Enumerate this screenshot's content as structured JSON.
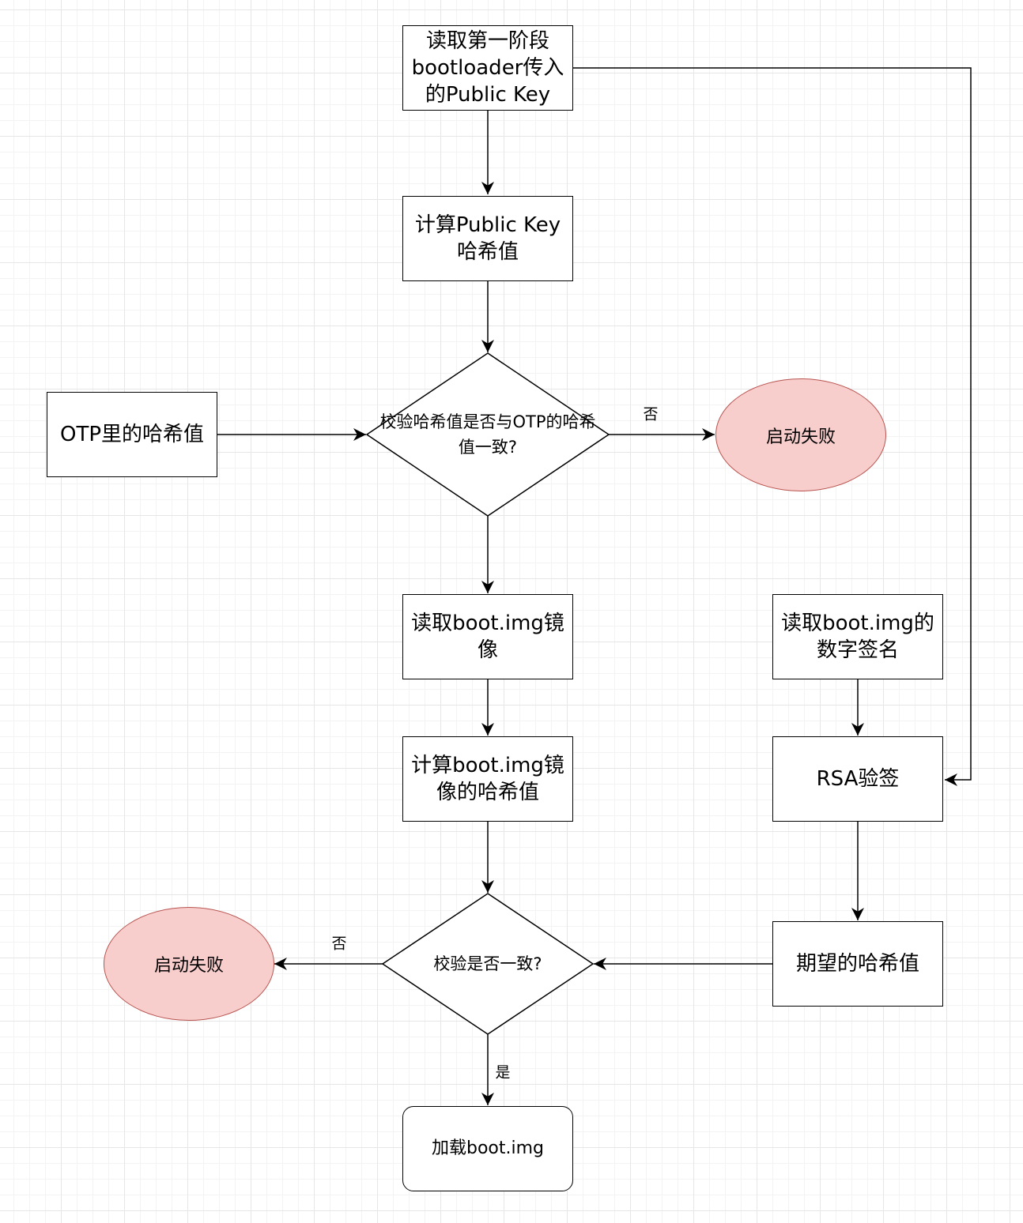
{
  "nodes": {
    "read_pubkey": "读取第一阶段bootloader传入的Public Key",
    "calc_pubkey_hash": "计算Public Key哈希值",
    "otp_hash": "OTP里的哈希值",
    "check_otp": "校验哈希值是否与OTP的哈希值一致?",
    "fail_top": "启动失败",
    "read_boot_img": "读取boot.img镜像",
    "calc_img_hash": "计算boot.img镜像的哈希值",
    "read_signature": "读取boot.img的数字签名",
    "rsa_verify": "RSA验签",
    "expected_hash": "期望的哈希值",
    "check_match": "校验是否一致?",
    "fail_bottom": "启动失败",
    "load_boot_img": "加载boot.img"
  },
  "edge_labels": {
    "no_top": "否",
    "no_bottom": "否",
    "yes": "是"
  },
  "colors": {
    "fail_fill": "#f8cecc",
    "fail_stroke": "#b85450",
    "line": "#000000"
  }
}
